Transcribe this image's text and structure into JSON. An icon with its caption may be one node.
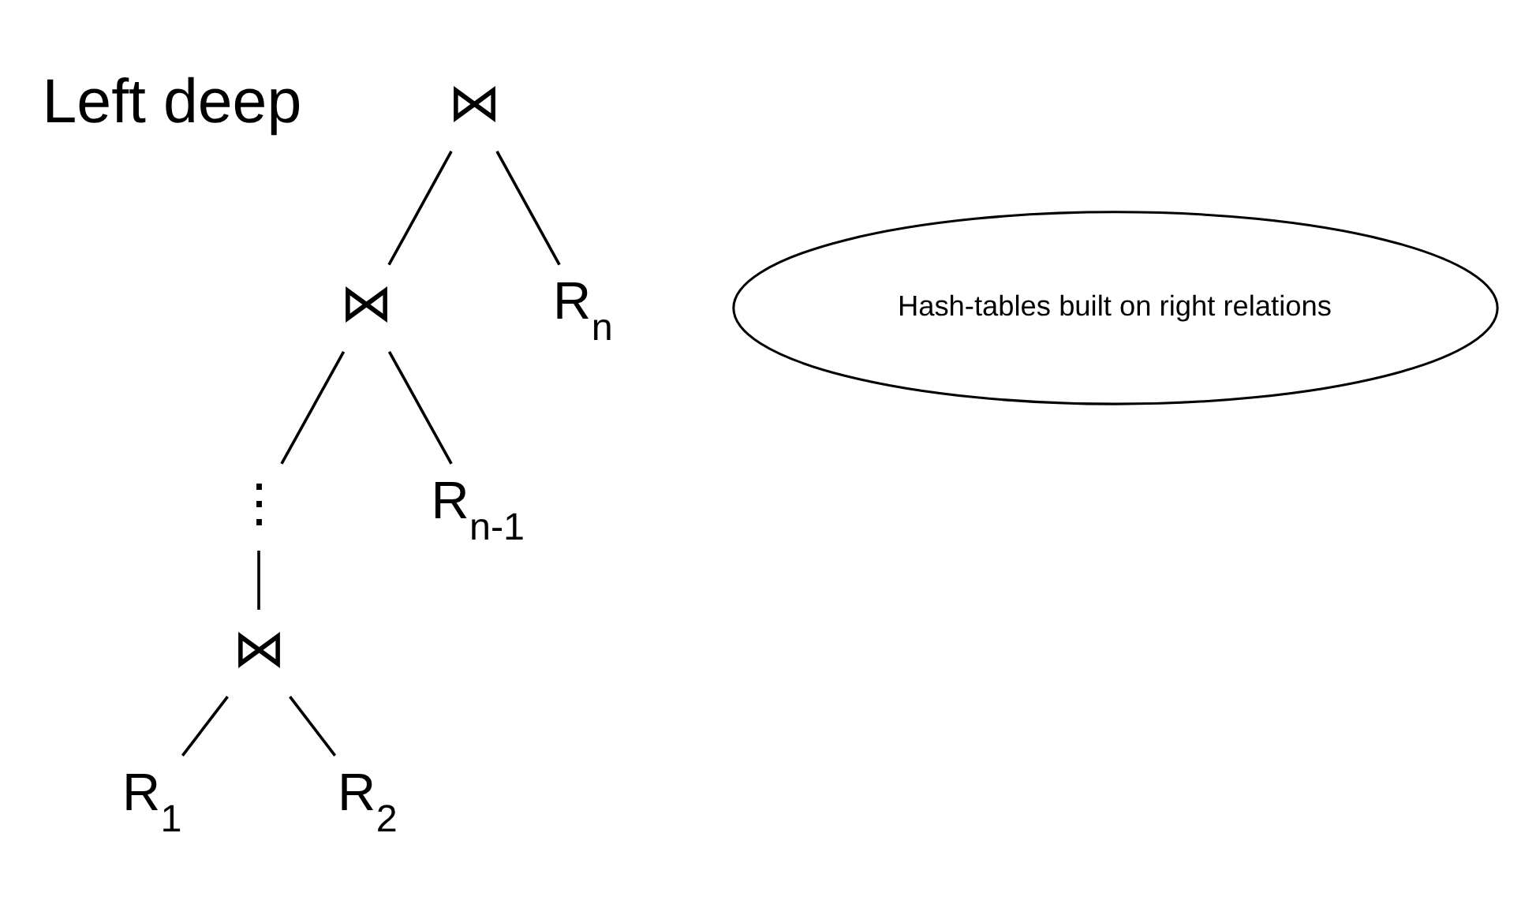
{
  "diagram": {
    "nodes": [
      {
        "text": [
          "⋈"
        ]
      },
      {
        "text": [
          "⋈"
        ]
      },
      {
        "text": [
          "Hash-tables built on right relations"
        ]
      },
      {
        "text": [
          "R$_{n}$"
        ]
      },
      {
        "text": [
          "⋮"
        ]
      },
      {
        "text": [
          "R$_{n-1}$"
        ]
      },
      {
        "text": [
          "⋈"
        ]
      },
      {
        "text": [
          "R$_{1}$"
        ]
      },
      {
        "text": [
          "R$_{2}$"
        ]
      }
    ],
    "edges": [
      {
        "from": 0,
        "to": 1,
        "arrow": "none"
      },
      {
        "from": 0,
        "to": 3,
        "arrow": "none"
      },
      {
        "from": 1,
        "to": 4,
        "arrow": "none"
      },
      {
        "from": 1,
        "to": 5,
        "arrow": "none"
      },
      {
        "from": 4,
        "to": 6,
        "arrow": "none"
      },
      {
        "from": 6,
        "to": 7,
        "arrow": "none"
      },
      {
        "from": 6,
        "to": 8,
        "arrow": "none"
      }
    ],
    "labels": [
      "Left deep"
    ]
  }
}
